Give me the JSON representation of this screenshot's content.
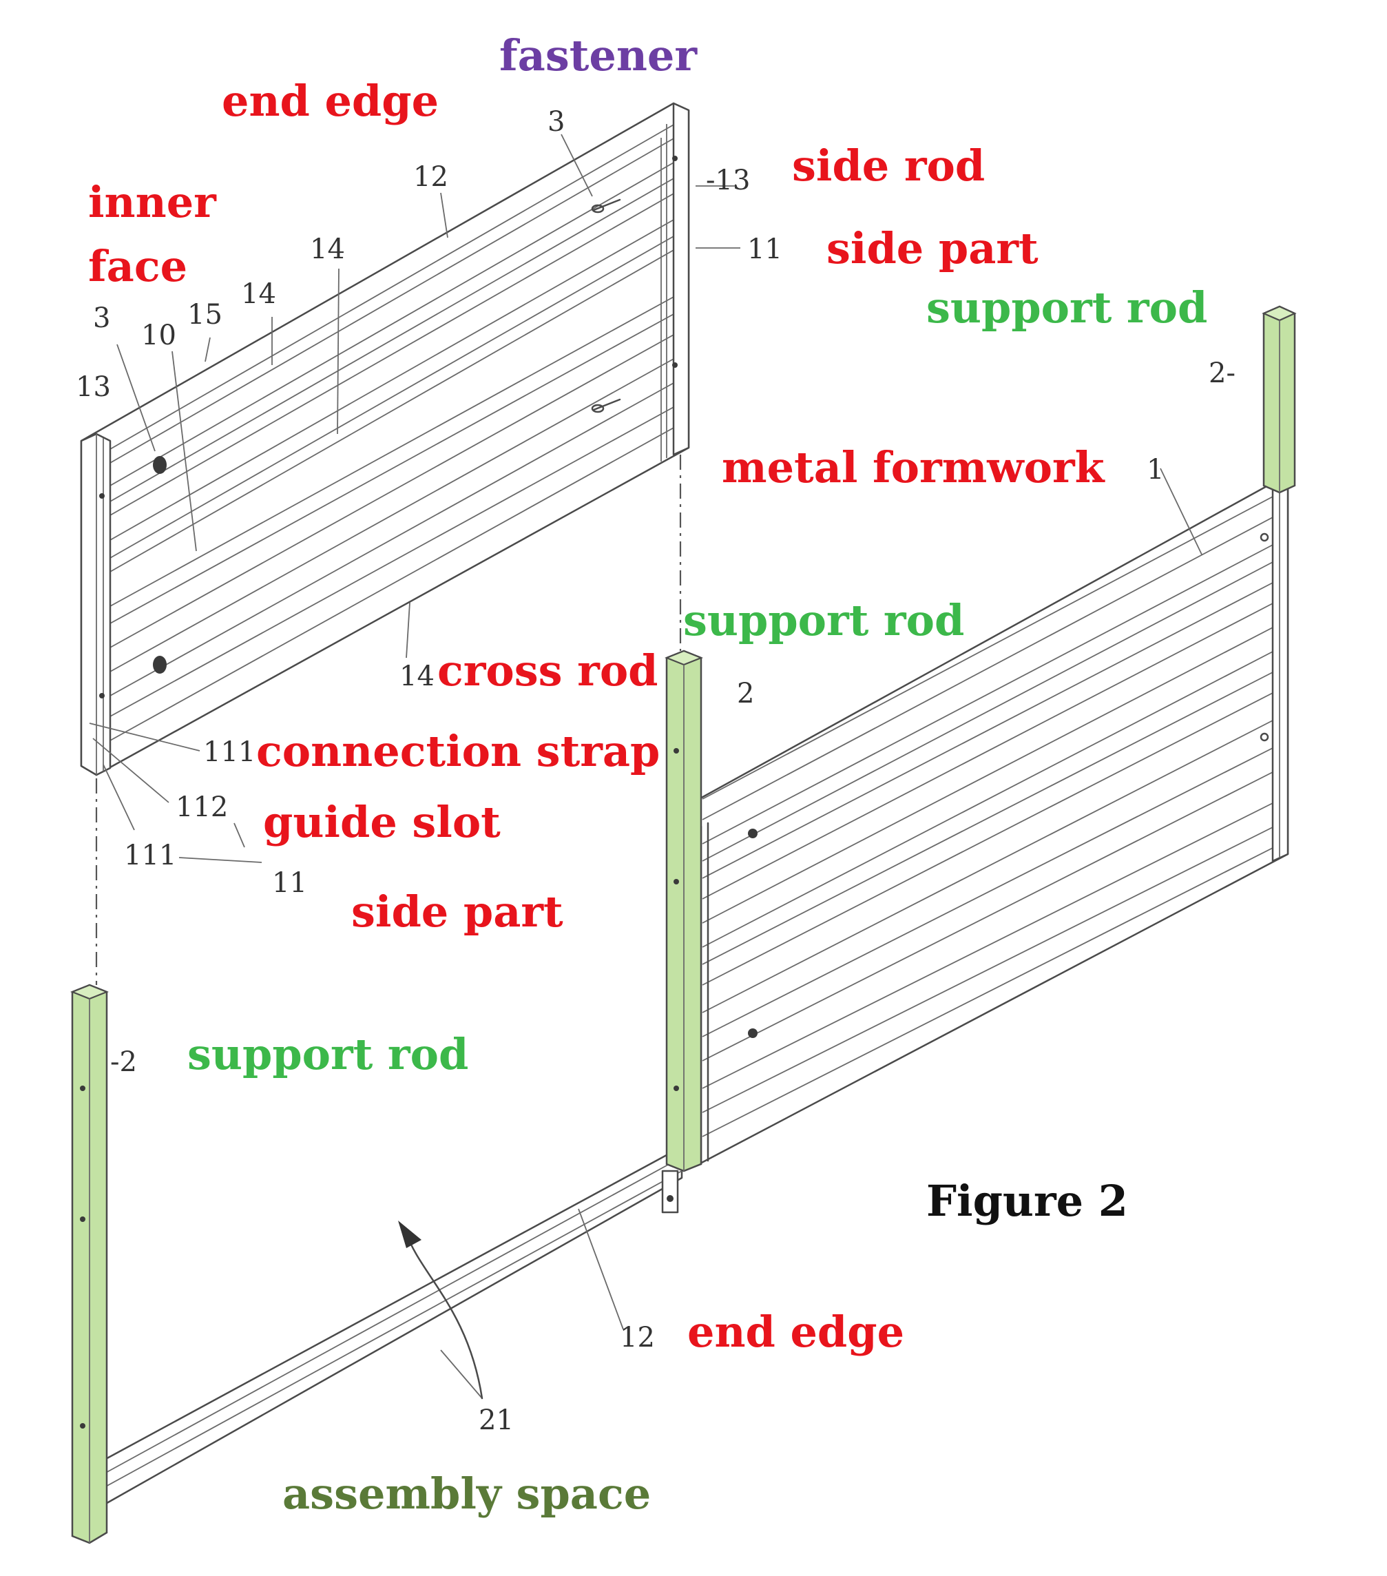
{
  "labels": {
    "fastener": "fastener",
    "end_edge_top": "end edge",
    "inner": "inner",
    "face": "face",
    "side_rod": "side rod",
    "side_part_top": "side part",
    "support_rod_right": "support rod",
    "metal_formwork": "metal formwork",
    "support_rod_middle": "support rod",
    "cross_rod": "cross rod",
    "connection_strap": "connection strap",
    "guide_slot": "guide slot",
    "side_part_bottom": "side part",
    "support_rod_left": "support rod",
    "figure_title": "Figure 2",
    "end_edge_bottom": "end edge",
    "assembly_space": "assembly space"
  },
  "numbers": {
    "n3_top": "3",
    "n12_top": "12",
    "n13_top": "-13",
    "n11_top": "11",
    "n14_a": "14",
    "n14_b": "14",
    "n3_left": "3",
    "n10": "10",
    "n15": "15",
    "n13_left": "13",
    "n2_right": "2-",
    "n1": "1",
    "n14_c": "14",
    "n2_middle": "2",
    "n111_a": "111",
    "n112": "112",
    "n111_b": "111",
    "n11_bottom": "11",
    "n2_left": "-2",
    "n12_bottom": "12",
    "n21": "21"
  },
  "colors": {
    "red_label": "#e8141c",
    "green_label": "#3cb84a",
    "olive_label": "#5a7a38",
    "purple_label": "#6c3ea3",
    "rod_highlight": "#c3e2a4"
  }
}
